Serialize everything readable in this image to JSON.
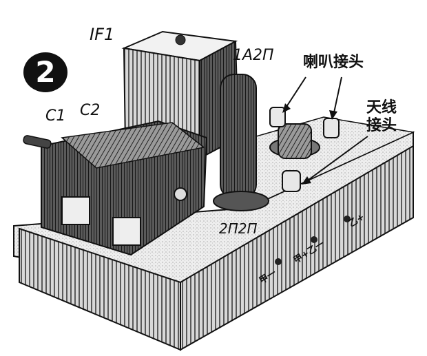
{
  "figure": {
    "number": "2",
    "labels": {
      "if_transformer": "IF1",
      "tube_1": "1A2Π",
      "tube_2": "2Π2Π",
      "cap_1": "C1",
      "cap_2": "C2",
      "speaker_terminal": "喇叭接头",
      "antenna_terminal_line1": "天线",
      "antenna_terminal_line2": "接头",
      "term_a_neg": "甲一",
      "term_a_pos_b_neg": "甲+乙一",
      "term_b_pos": "乙+"
    }
  }
}
